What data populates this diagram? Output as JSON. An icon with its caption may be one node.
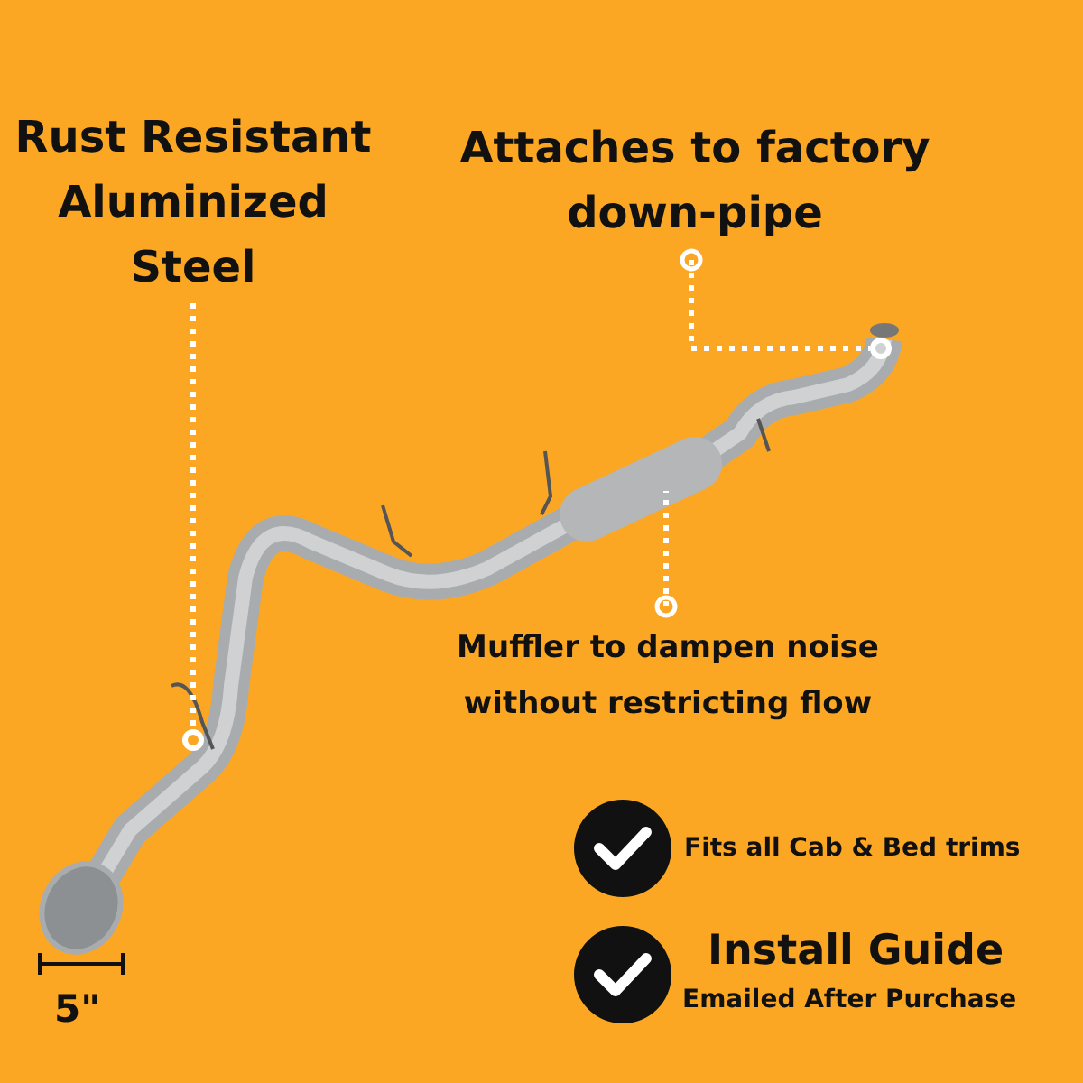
{
  "diagram": {
    "nodes": [
      {
        "text": [
          "Rust Resistant Aluminized Steel"
        ]
      },
      {
        "text": [],
        "shape": "circle"
      },
      {
        "text": [
          "Attaches to factory down-pipe"
        ]
      },
      {
        "text": [],
        "shape": "circle"
      },
      {
        "text": [
          "Muffler to dampen noise without restricting flow"
        ]
      }
    ],
    "edges": [
      {
        "from": 0,
        "to": 1,
        "arrow": "none",
        "style": "dashed"
      },
      {
        "from": 2,
        "to": 3,
        "arrow": "other",
        "style": "dashed"
      },
      {
        "from": 4,
        "to": null,
        "arrow": "other",
        "style": "dashed"
      }
    ],
    "labels": [
      "5\"",
      "Fits all Cab & Bed trims",
      "Install Guide",
      "Emailed After Purchase"
    ]
  }
}
